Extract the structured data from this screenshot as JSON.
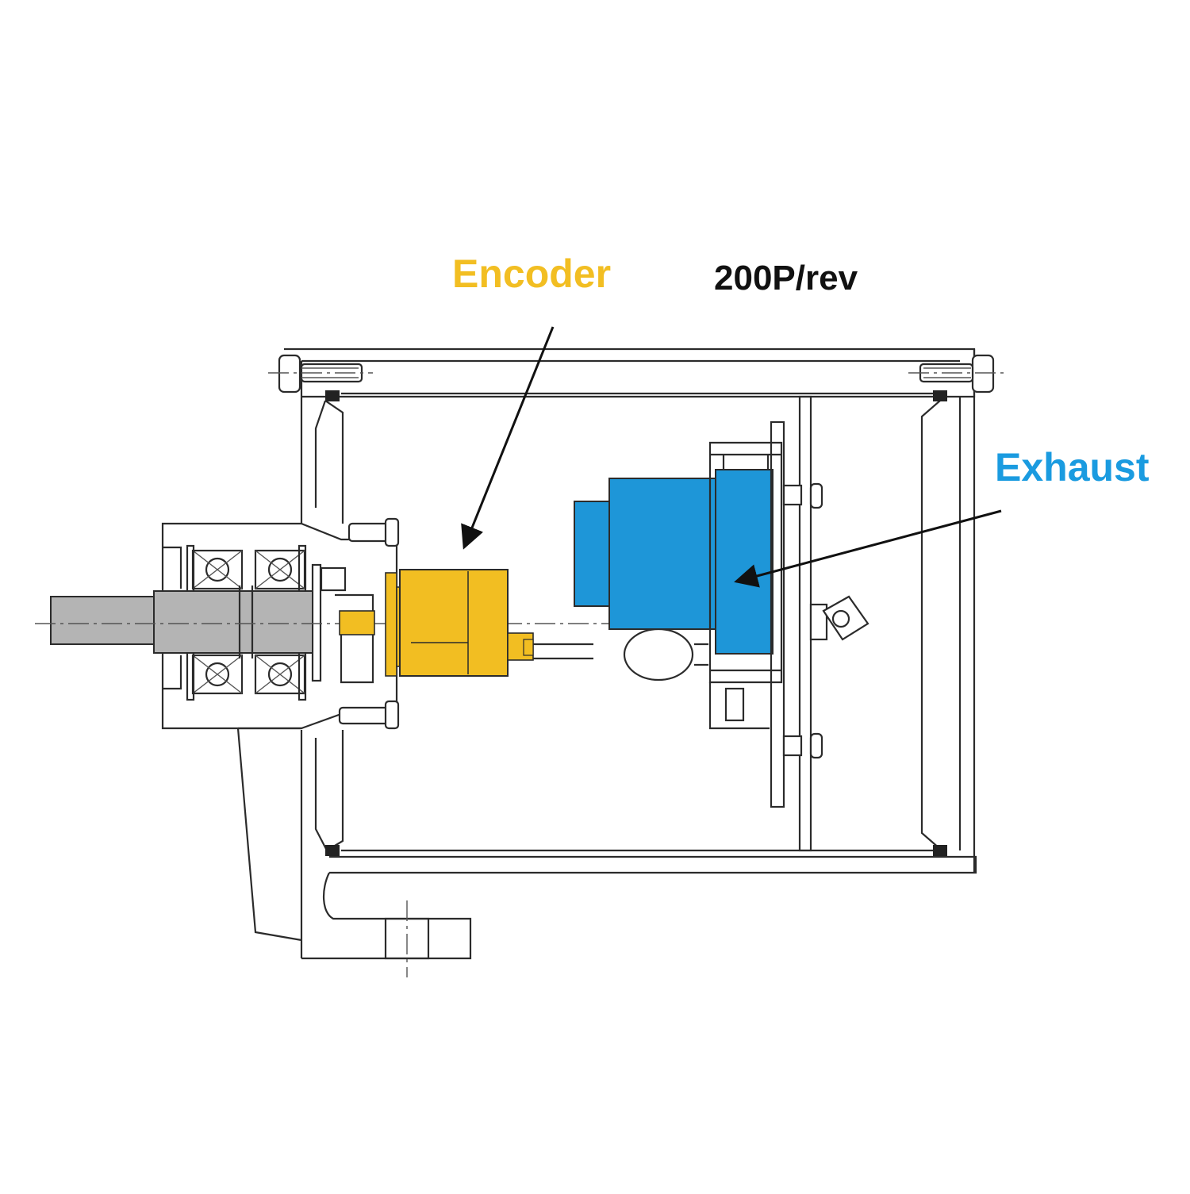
{
  "labels": {
    "encoder": "Encoder",
    "rate": "200P/rev",
    "exhaust": "Exhaust"
  },
  "colors": {
    "encoder": "#f2be22",
    "exhaust": "#1e96d8",
    "exhaust_label": "#1a9be0",
    "rate_text": "#111111",
    "line": "#2b2b2b",
    "shaft": "#b4b4b4"
  }
}
